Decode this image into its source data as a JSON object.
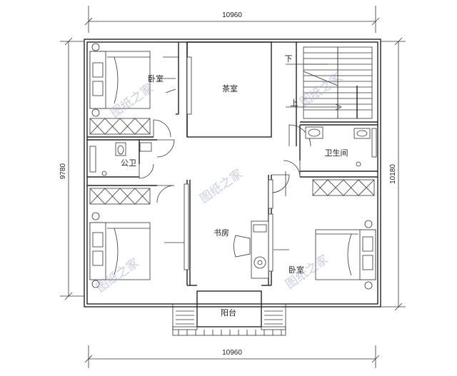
{
  "dimensions": {
    "top_width": "10960",
    "bottom_width": "10960",
    "left_height": "9780",
    "right_height": "10180"
  },
  "rooms": {
    "bedroom_top": "卧室",
    "tea_room": "茶室",
    "public_bath": "公卫",
    "bathroom": "卫生间",
    "study": "书房",
    "bedroom_bottom": "卧室",
    "balcony": "阳台"
  },
  "stairs": {
    "down": "下",
    "up": "上"
  },
  "watermark": "图纸之家",
  "colors": {
    "line": "#222222",
    "watermark": "#9aa7c7",
    "background": "#ffffff"
  }
}
